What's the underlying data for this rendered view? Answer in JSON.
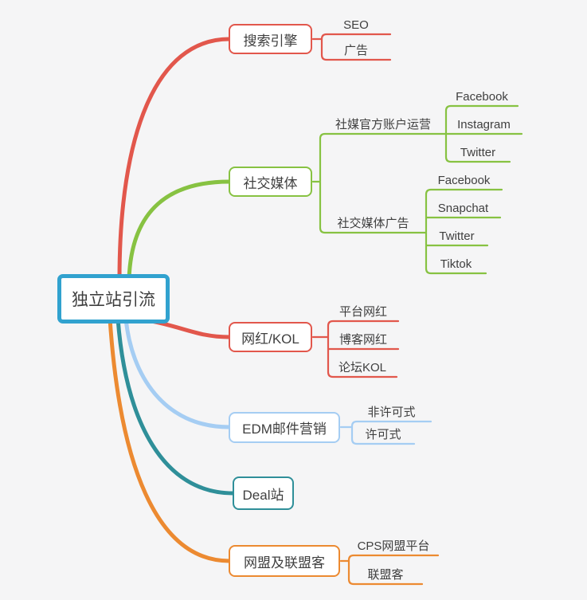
{
  "canvas": {
    "background": "#f5f5f6",
    "text_color": "#3f3f3f"
  },
  "root": {
    "label": "独立站引流",
    "color": "#31a2cf"
  },
  "branches": [
    {
      "label": "搜索引擎",
      "color": "#e2574c",
      "children": [
        {
          "label": "SEO"
        },
        {
          "label": "广告"
        }
      ]
    },
    {
      "label": "社交媒体",
      "color": "#87c242",
      "children": [
        {
          "label": "社媒官方账户运营",
          "children": [
            {
              "label": "Facebook"
            },
            {
              "label": "Instagram"
            },
            {
              "label": "Twitter"
            }
          ]
        },
        {
          "label": "社交媒体广告",
          "children": [
            {
              "label": "Facebook"
            },
            {
              "label": "Snapchat"
            },
            {
              "label": "Twitter"
            },
            {
              "label": "Tiktok"
            }
          ]
        }
      ]
    },
    {
      "label": "网红/KOL",
      "color": "#e2574c",
      "children": [
        {
          "label": "平台网红"
        },
        {
          "label": "博客网红"
        },
        {
          "label": "论坛KOL"
        }
      ]
    },
    {
      "label": "EDM邮件营销",
      "color": "#a5cdf3",
      "children": [
        {
          "label": "非许可式"
        },
        {
          "label": "许可式"
        }
      ]
    },
    {
      "label": "Deal站",
      "color": "#2f8f99",
      "children": []
    },
    {
      "label": "网盟及联盟客",
      "color": "#ec8a31",
      "children": [
        {
          "label": "CPS网盟平台"
        },
        {
          "label": "联盟客"
        }
      ]
    }
  ]
}
